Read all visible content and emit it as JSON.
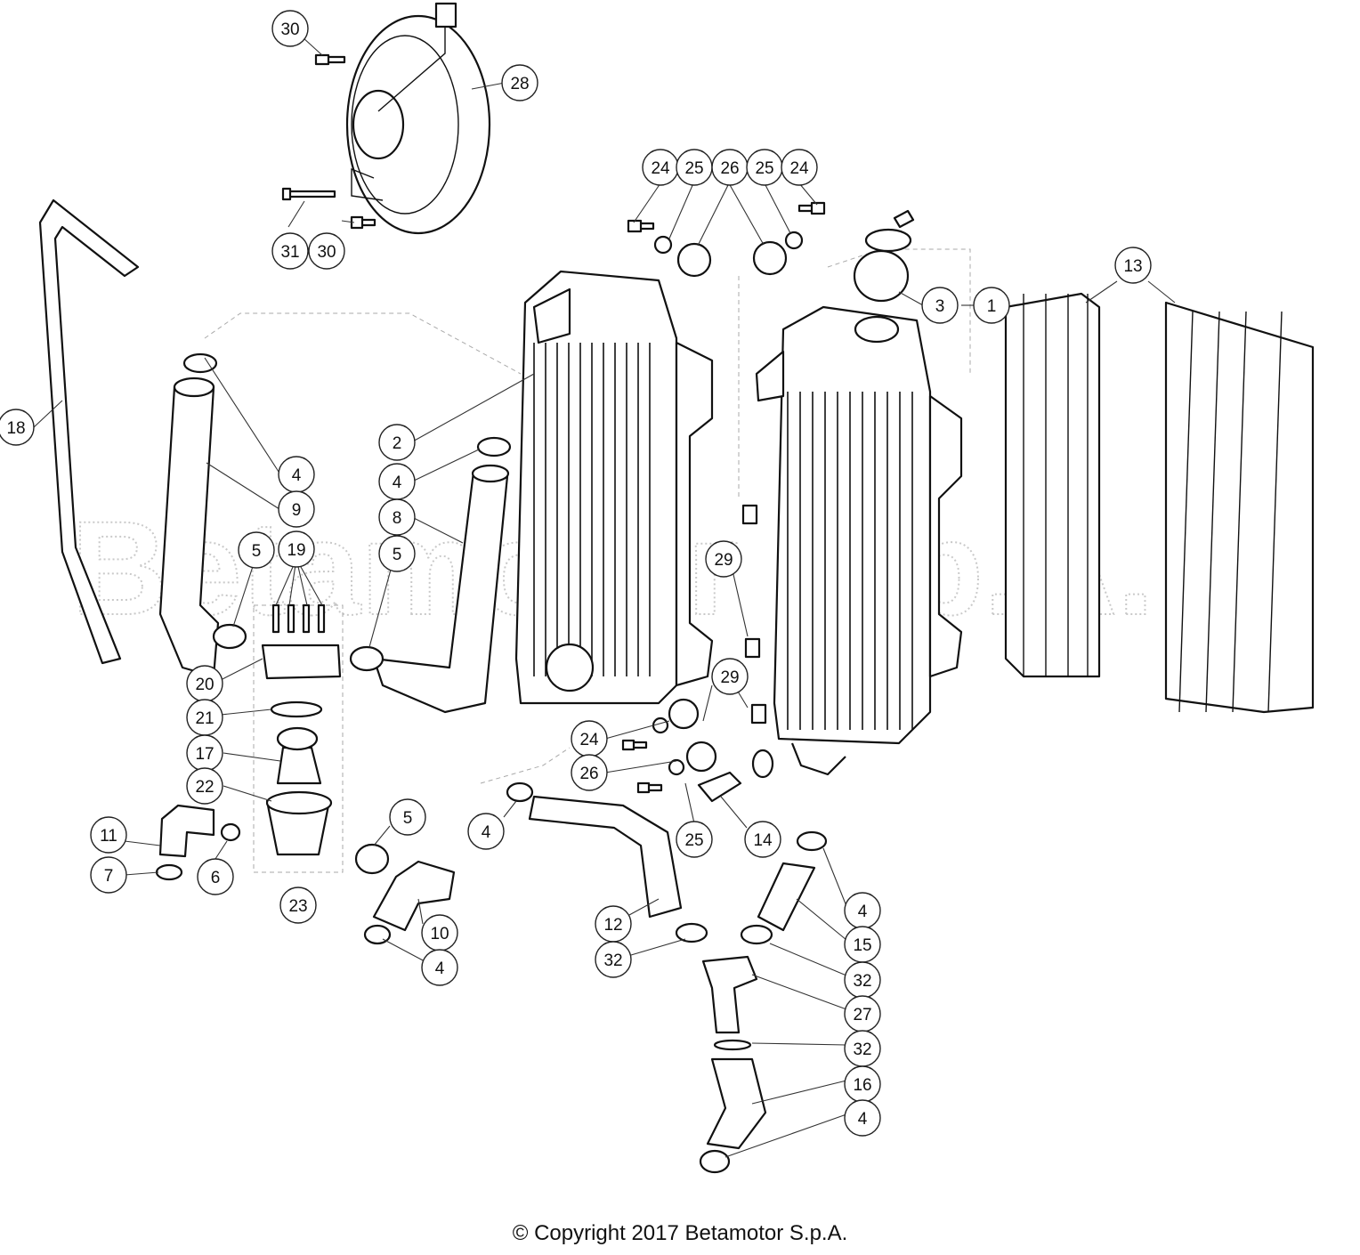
{
  "watermark": "Betamotor S.p.A.",
  "copyright": "© Copyright 2017 Betamotor S.p.A.",
  "callouts": [
    "1",
    "2",
    "3",
    "4",
    "5",
    "6",
    "7",
    "8",
    "9",
    "10",
    "11",
    "12",
    "13",
    "14",
    "15",
    "16",
    "17",
    "18",
    "19",
    "20",
    "21",
    "22",
    "23",
    "24",
    "25",
    "26",
    "27",
    "28",
    "29",
    "30",
    "31",
    "32"
  ]
}
